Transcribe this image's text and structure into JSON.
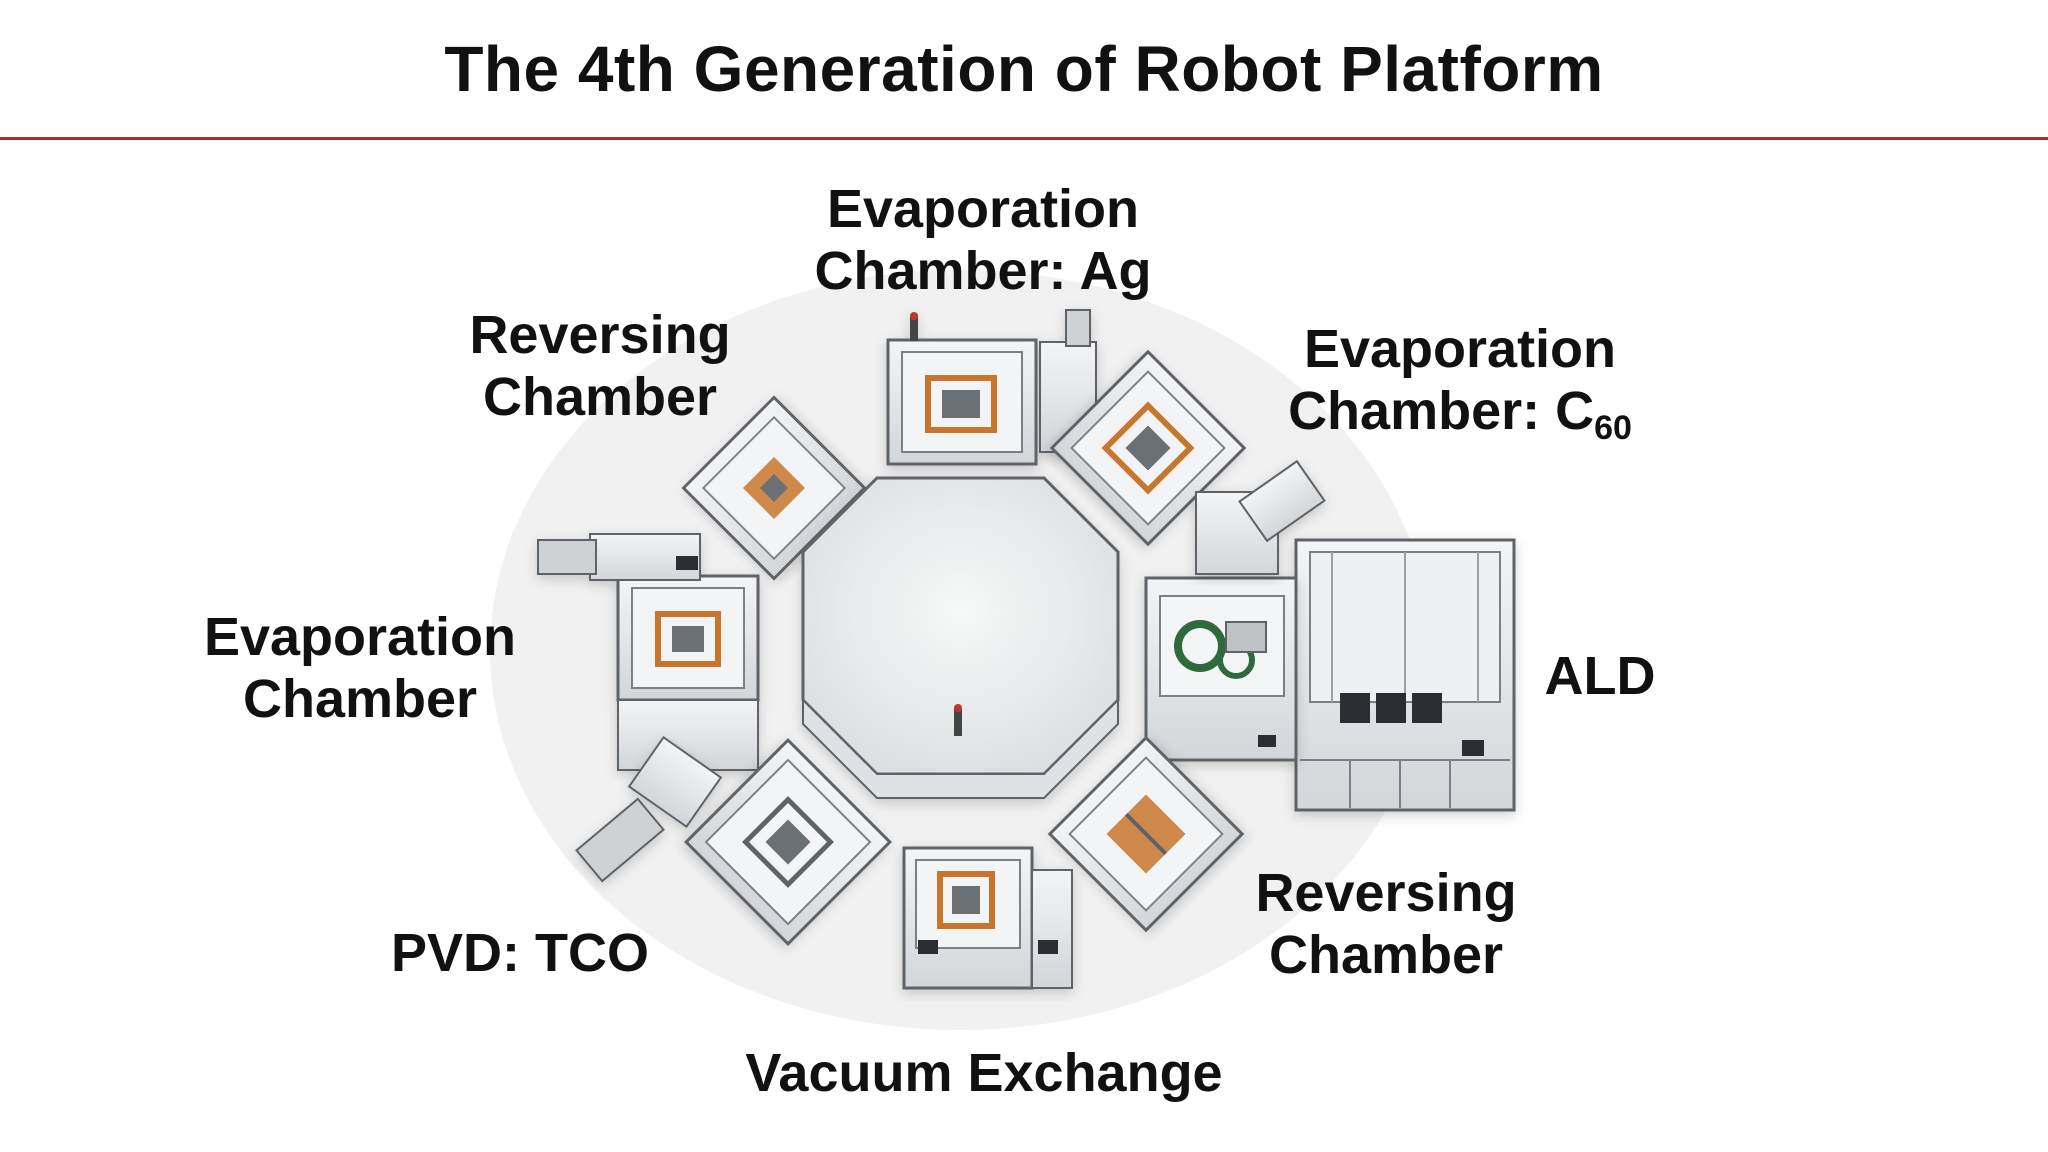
{
  "title": "The 4th Generation of Robot Platform",
  "colors": {
    "rule": "#b22a2a",
    "frame": "#5f6468",
    "panel": "#eceeef",
    "panel_dark": "#c9cdd0",
    "core": "#f1f2f3",
    "copper": "#c8762e",
    "screen": "#2a2d31",
    "accent_green": "#2f6a3a"
  },
  "labels": {
    "evap_ag": {
      "line1": "Evaporation",
      "line2": "Chamber: Ag"
    },
    "evap_c60": {
      "line1": "Evaporation",
      "line2_prefix": "Chamber: C",
      "line2_sub": "60"
    },
    "reversing_top": {
      "line1": "Reversing",
      "line2": "Chamber"
    },
    "evap_left": {
      "line1": "Evaporation",
      "line2": "Chamber"
    },
    "ald": {
      "line1": "ALD"
    },
    "pvd": {
      "line1": "PVD: TCO"
    },
    "reversing_bottom": {
      "line1": "Reversing",
      "line2": "Chamber"
    },
    "vacuum": {
      "line1": "Vacuum Exchange"
    }
  }
}
